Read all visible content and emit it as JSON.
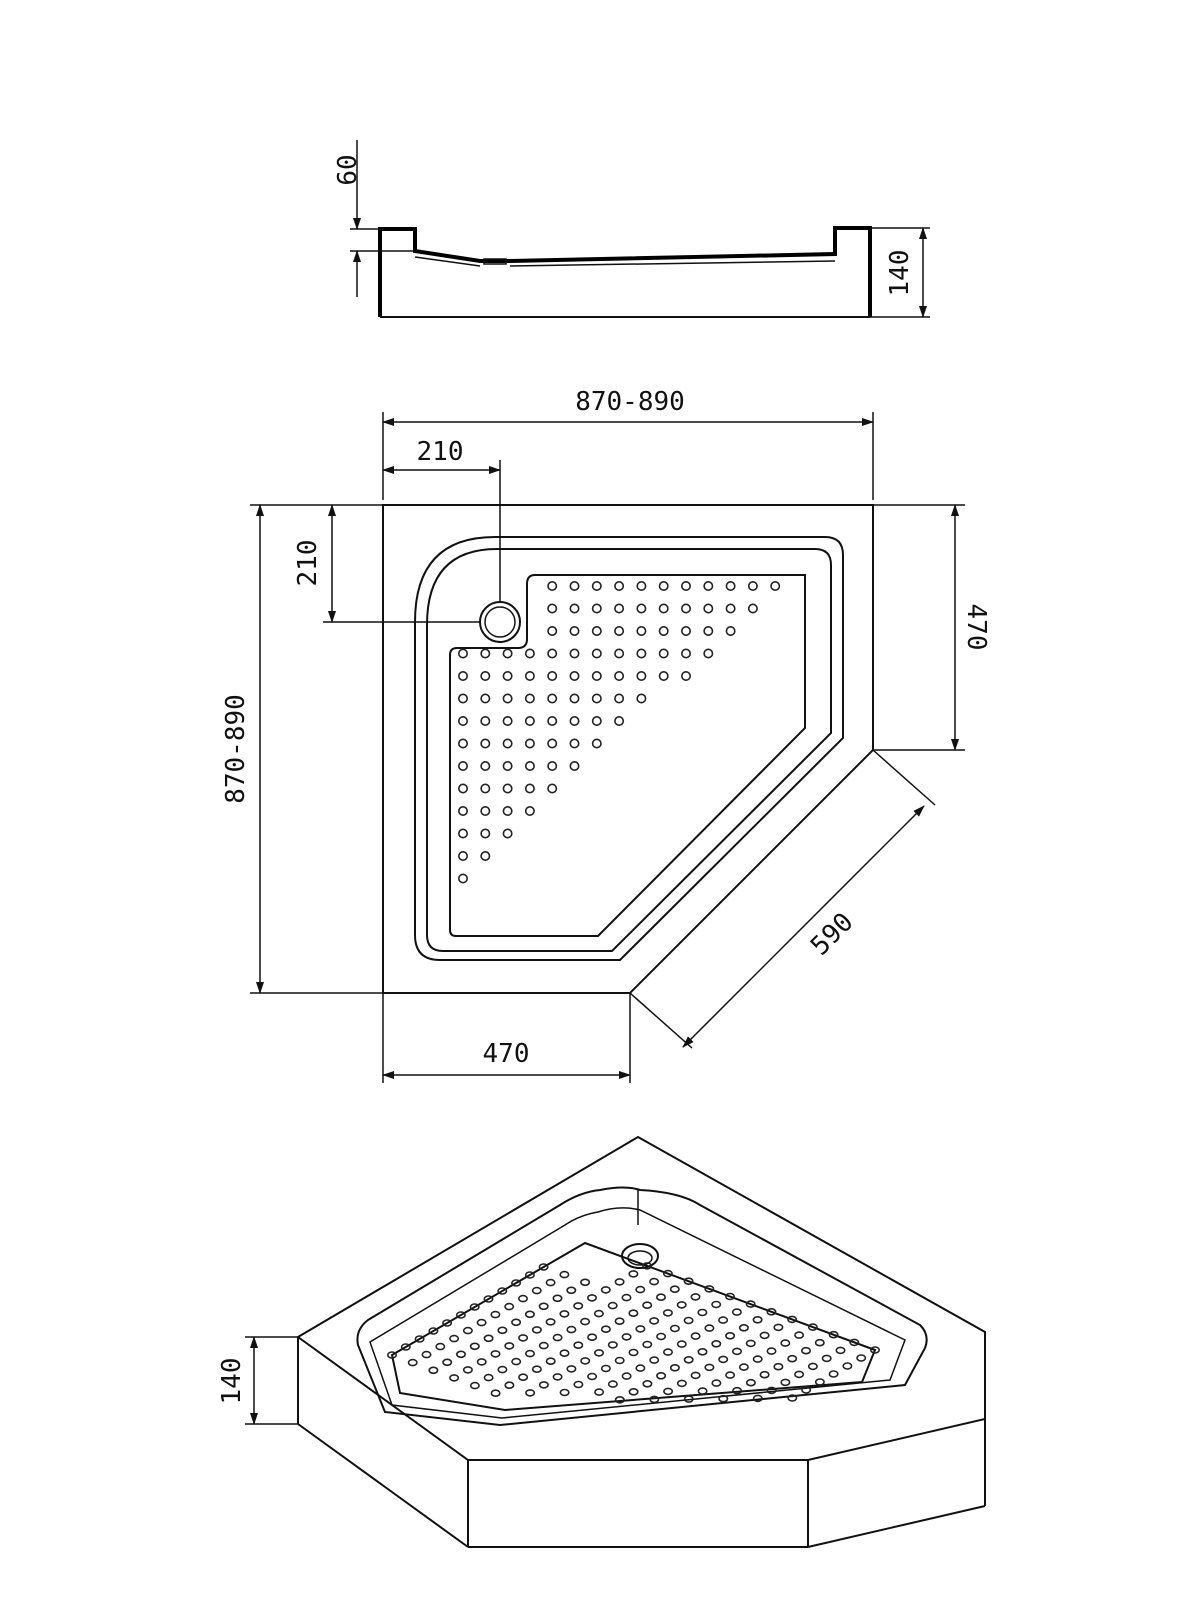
{
  "colors": {
    "ink": "#111111",
    "background": "#ffffff"
  },
  "dimensions": {
    "side_depth": "60",
    "side_height": "140",
    "plan_width": "870-890",
    "plan_height": "870-890",
    "drain_x": "210",
    "drain_y": "210",
    "right_edge": "470",
    "bottom_edge": "470",
    "diagonal_edge": "590",
    "iso_height": "140"
  }
}
